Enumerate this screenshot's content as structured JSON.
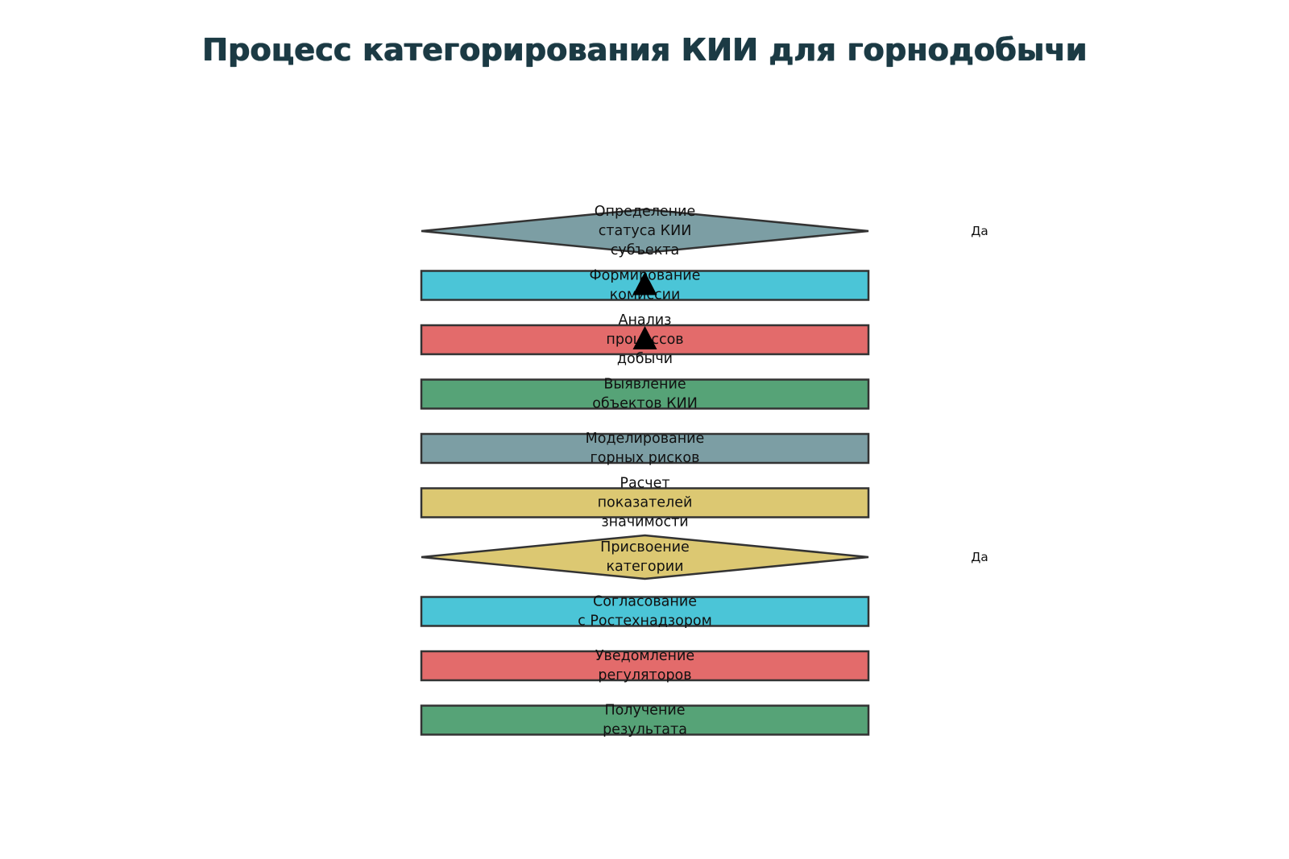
{
  "title": "Процесс категорирования КИИ для горнодобычи",
  "colors": {
    "title": "#1b3a44",
    "outline": "#333333",
    "text": "#111111",
    "arrow": "#000000"
  },
  "steps": [
    {
      "kind": "decision",
      "lines": [
        "Определение",
        "статуса КИИ",
        "субъекта"
      ],
      "color": "#7c9ea4",
      "branch_label": "Да"
    },
    {
      "kind": "process",
      "lines": [
        "Формирование",
        "комиссии"
      ],
      "color": "#4bc5d7"
    },
    {
      "kind": "process",
      "lines": [
        "Анализ",
        "процессов",
        "добычи"
      ],
      "color": "#e36b6b"
    },
    {
      "kind": "process",
      "lines": [
        "Выявление",
        "объектов КИИ"
      ],
      "color": "#56a377"
    },
    {
      "kind": "process",
      "lines": [
        "Моделирование",
        "горных рисков"
      ],
      "color": "#7c9ea4"
    },
    {
      "kind": "process",
      "lines": [
        "Расчет",
        "показателей",
        "значимости"
      ],
      "color": "#dcc872"
    },
    {
      "kind": "decision",
      "lines": [
        "Присвоение",
        "категории"
      ],
      "color": "#dcc872",
      "branch_label": "Да"
    },
    {
      "kind": "process",
      "lines": [
        "Согласование",
        "с Ростехнадзором"
      ],
      "color": "#4bc5d7"
    },
    {
      "kind": "process",
      "lines": [
        "Уведомление",
        "регуляторов"
      ],
      "color": "#e36b6b"
    },
    {
      "kind": "process",
      "lines": [
        "Получение",
        "результата"
      ],
      "color": "#56a377"
    }
  ],
  "arrows": [
    {
      "icon": "arrow-up-icon",
      "between": [
        0,
        1
      ]
    },
    {
      "icon": "arrow-up-icon",
      "between": [
        1,
        2
      ]
    }
  ]
}
